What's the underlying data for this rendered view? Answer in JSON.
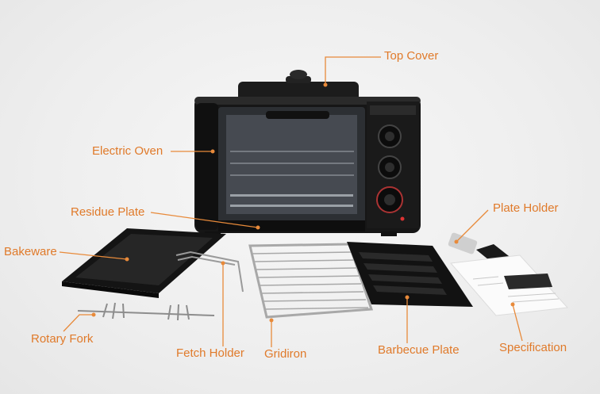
{
  "labels": {
    "top_cover": "Top Cover",
    "electric_oven": "Electric Oven",
    "residue_plate": "Residue Plate",
    "plate_holder": "Plate Holder",
    "bakeware": "Bakeware",
    "rotary_fork": "Rotary Fork",
    "fetch_holder": "Fetch Holder",
    "gridiron": "Gridiron",
    "barbecue_plate": "Barbecue Plate",
    "specification": "Specification"
  },
  "colors": {
    "label": "#e07a2a",
    "leader_line": "#e88a3a",
    "appliance": "#1b1b1b",
    "background": "#eeeeee"
  }
}
